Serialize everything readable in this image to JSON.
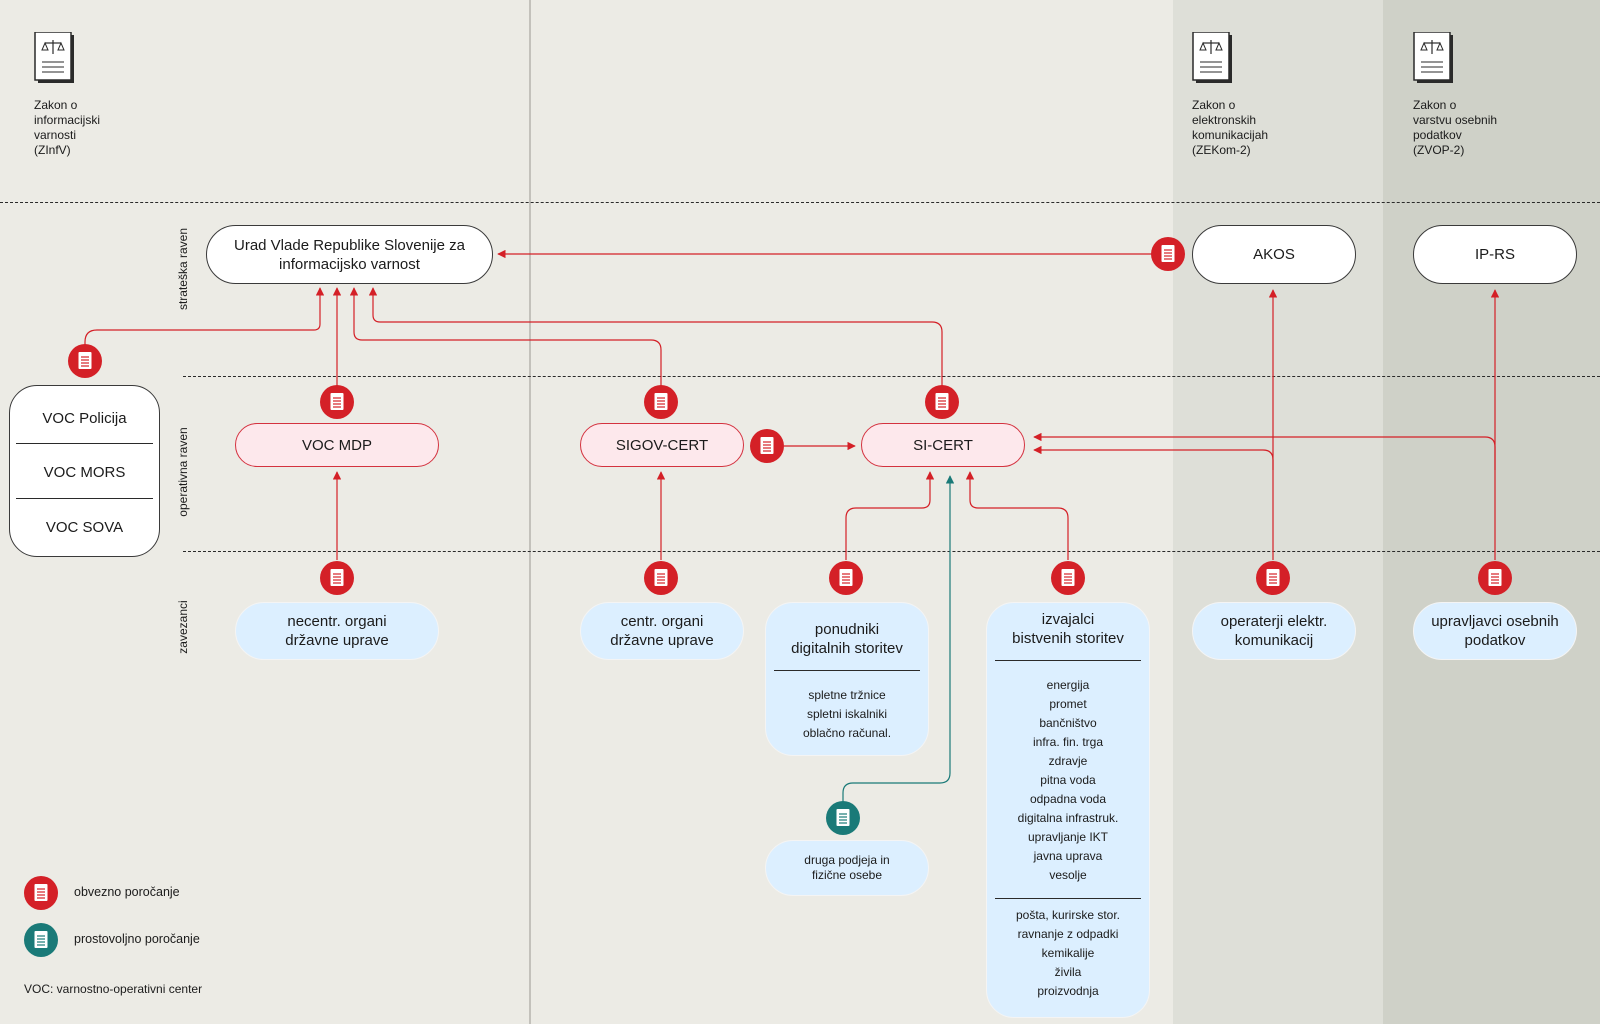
{
  "colors": {
    "mandatory": "#d42027",
    "voluntary": "#1a7a78",
    "background": "#ecebe5",
    "band_ekom": "#dedfd8",
    "band_zvop": "#cfd1c8",
    "node_blue": "#dcefff",
    "node_pink": "#fde8ec"
  },
  "laws": {
    "zinfv": {
      "text": "Zakon o\ninformacijski\nvarnosti\n(ZInfV)",
      "icon": "scale-document-icon"
    },
    "zekom": {
      "text": "Zakon o\nelektronskih\nkomunikacijah\n(ZEKom-2)",
      "icon": "scale-document-icon"
    },
    "zvop": {
      "text": "Zakon o\nvarstvu osebnih\npodatkov\n(ZVOP-2)",
      "icon": "scale-document-icon"
    }
  },
  "levels": {
    "strategic": "strateška raven",
    "operative": "operativna raven",
    "obligated": "zavezanci"
  },
  "nodes": {
    "urad": "Urad Vlade Republike Slovenije za\ninformacijsko varnost",
    "akos": "AKOS",
    "iprs": "IP-RS",
    "voc_mdp": "VOC MDP",
    "sigov_cert": "SIGOV-CERT",
    "si_cert": "SI-CERT",
    "necentr": "necentr. organi\ndržavne uprave",
    "centr": "centr. organi\ndržavne uprave",
    "operaterji": "operaterji elektr.\nkomunikacij",
    "upravljavci": "upravljavci osebnih\npodatkov",
    "druga": "druga podjeja in\nfizične osebe"
  },
  "voc_group": [
    "VOC Policija",
    "VOC MORS",
    "VOC SOVA"
  ],
  "ponudniki": {
    "title": "ponudniki\ndigitalnih storitev",
    "items": [
      "spletne tržnice",
      "spletni iskalniki",
      "oblačno računal."
    ]
  },
  "izvajalci": {
    "title": "izvajalci\nbistvenih storitev",
    "items_a": [
      "energija",
      "promet",
      "bančništvo",
      "infra. fin. trga",
      "zdravje",
      "pitna voda",
      "odpadna voda",
      "digitalna infrastruk.",
      "upravljanje IKT",
      "javna uprava",
      "vesolje"
    ],
    "items_b": [
      "pošta, kurirske stor.",
      "ravnanje z odpadki",
      "kemikalije",
      "živila",
      "proizvodnja"
    ]
  },
  "legend": {
    "mandatory": "obvezno poročanje",
    "voluntary": "prostovoljno poročanje",
    "note": "VOC: varnostno-operativni center"
  }
}
